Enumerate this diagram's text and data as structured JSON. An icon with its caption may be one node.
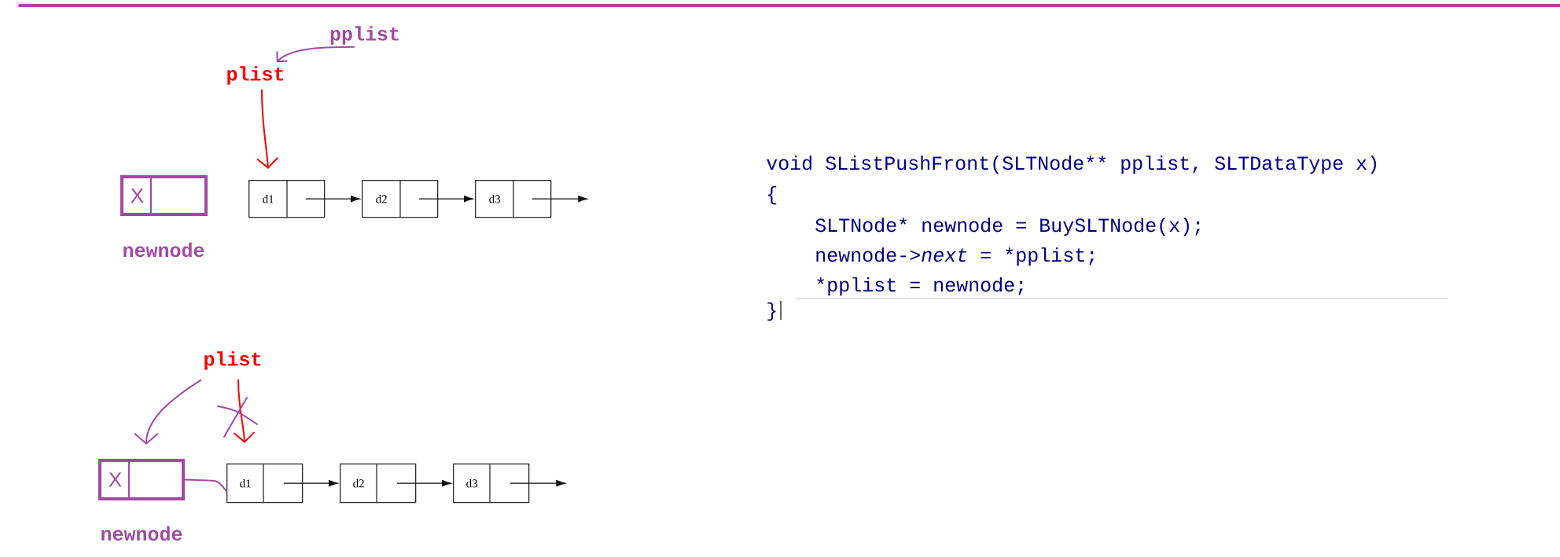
{
  "diagram": {
    "nodes": [
      {
        "text": [
          "pplist"
        ]
      },
      {
        "text": [
          "plist"
        ]
      },
      {
        "text": [
          "X"
        ],
        "beside": [
          "newnode"
        ]
      },
      {
        "text": [
          "d1"
        ]
      },
      {
        "text": [
          "d2"
        ]
      },
      {
        "text": [
          "d3"
        ]
      },
      {
        "text": [
          "plist"
        ]
      },
      {
        "text": [
          "X"
        ],
        "beside": [
          "newnode"
        ]
      },
      {
        "text": [
          "d1"
        ]
      },
      {
        "text": [
          "d2"
        ]
      },
      {
        "text": [
          "d3"
        ]
      }
    ],
    "edges": [
      {
        "from": 0,
        "to": 1,
        "arrow": "to",
        "color": "#a349a4"
      },
      {
        "from": 1,
        "to": 3,
        "arrow": "to",
        "color": "#ff0000"
      },
      {
        "from": 3,
        "to": 4,
        "arrow": "to"
      },
      {
        "from": 4,
        "to": 5,
        "arrow": "to"
      },
      {
        "from": 5,
        "to": null,
        "arrow": "to"
      },
      {
        "from": 6,
        "to": 7,
        "arrow": "to",
        "color": "#a349a4"
      },
      {
        "from": 6,
        "to": 8,
        "arrow": "to",
        "color": "#ff0000"
      },
      {
        "from": 7,
        "to": 8,
        "arrow": "none",
        "color": "#a349a4"
      },
      {
        "from": 8,
        "to": 9,
        "arrow": "to"
      },
      {
        "from": 9,
        "to": 10,
        "arrow": "to"
      },
      {
        "from": 10,
        "to": null,
        "arrow": "to"
      }
    ],
    "labels": [
      "void SListPushFront(SLTNode** pplist, SLTDataType x)",
      "{",
      "SLTNode* newnode = BuySLTNode(x);",
      "newnode->*next* = *pplist;",
      "*pplist = newnode;",
      "}"
    ]
  }
}
